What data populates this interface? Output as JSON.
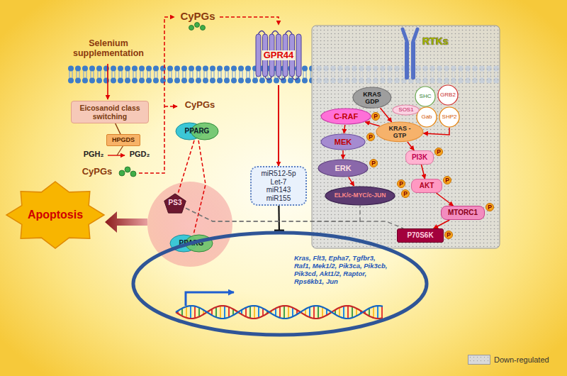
{
  "diagram": {
    "nodes": [
      {
        "text": [
          "Eicosanoid class switching"
        ]
      },
      {
        "text": [
          "HPGDS"
        ]
      },
      {
        "text": [
          "GPR44"
        ]
      },
      {
        "text": [
          "PPARG"
        ]
      },
      {
        "text": [
          "PS3"
        ]
      },
      {
        "text": [
          "PPARG"
        ]
      },
      {
        "text": [
          "miR512-5p",
          "Let-7",
          "miR143",
          "miR155"
        ]
      },
      {
        "text": [
          "Apoptosis"
        ]
      },
      {
        "text": [
          "Kras, Flt3, Epha7, Tgfbr3, Raf1, Mek1/2, Pik3ca, Pik3cb, Pik3cd, Akt1/2, Raptor, Rps6kb1, Jun"
        ]
      },
      {
        "text": [
          "RTKs"
        ]
      },
      {
        "text": [
          "KRAS GDP"
        ]
      },
      {
        "text": [
          "SHC"
        ]
      },
      {
        "text": [
          "GRB2"
        ]
      },
      {
        "text": [
          "Gab"
        ]
      },
      {
        "text": [
          "SHP2"
        ]
      },
      {
        "text": [
          "SOS1"
        ]
      },
      {
        "text": [
          "KRAS -GTP"
        ]
      },
      {
        "text": [
          "C-RAF"
        ]
      },
      {
        "text": [
          "MEK"
        ]
      },
      {
        "text": [
          "ERK"
        ]
      },
      {
        "text": [
          "ELK/c-MYC/c-JUN"
        ]
      },
      {
        "text": [
          "PI3K"
        ]
      },
      {
        "text": [
          "AKT"
        ]
      },
      {
        "text": [
          "MTORC1"
        ]
      },
      {
        "text": [
          "P70S6K"
        ]
      }
    ],
    "edges": [
      {
        "from": 0,
        "to": 1,
        "arrow": "none"
      },
      {
        "from": 2,
        "to": 6,
        "arrow": "to"
      },
      {
        "from": 6,
        "to": 8,
        "arrow": "to"
      },
      {
        "from": 3,
        "to": 4,
        "arrow": "none"
      },
      {
        "from": 3,
        "to": 5,
        "arrow": "none"
      },
      {
        "from": 4,
        "to": 24,
        "arrow": "none"
      },
      {
        "from": 4,
        "to": 20,
        "arrow": "none"
      },
      {
        "from": 14,
        "to": 16,
        "arrow": "to"
      },
      {
        "from": 10,
        "to": 16,
        "arrow": "to"
      },
      {
        "from": 16,
        "to": 17,
        "arrow": "to"
      },
      {
        "from": 16,
        "to": 21,
        "arrow": "to"
      },
      {
        "from": 17,
        "to": 18,
        "arrow": "to"
      },
      {
        "from": 18,
        "to": 19,
        "arrow": "to"
      },
      {
        "from": 19,
        "to": 20,
        "arrow": "to"
      },
      {
        "from": 21,
        "to": 22,
        "arrow": "to"
      },
      {
        "from": 22,
        "to": 23,
        "arrow": "to"
      },
      {
        "from": 23,
        "to": 24,
        "arrow": "to"
      }
    ],
    "labels": [
      "Selenium supplementation",
      "CyPGs",
      "CyPGs",
      "CyPGs",
      "PGH₂",
      "PGD₂",
      "P",
      "P",
      "P",
      "P",
      "P",
      "P",
      "P",
      "P",
      "P"
    ],
    "legend": [
      {
        "text": "Down-regulated",
        "color": "#d9d9d9"
      }
    ]
  }
}
